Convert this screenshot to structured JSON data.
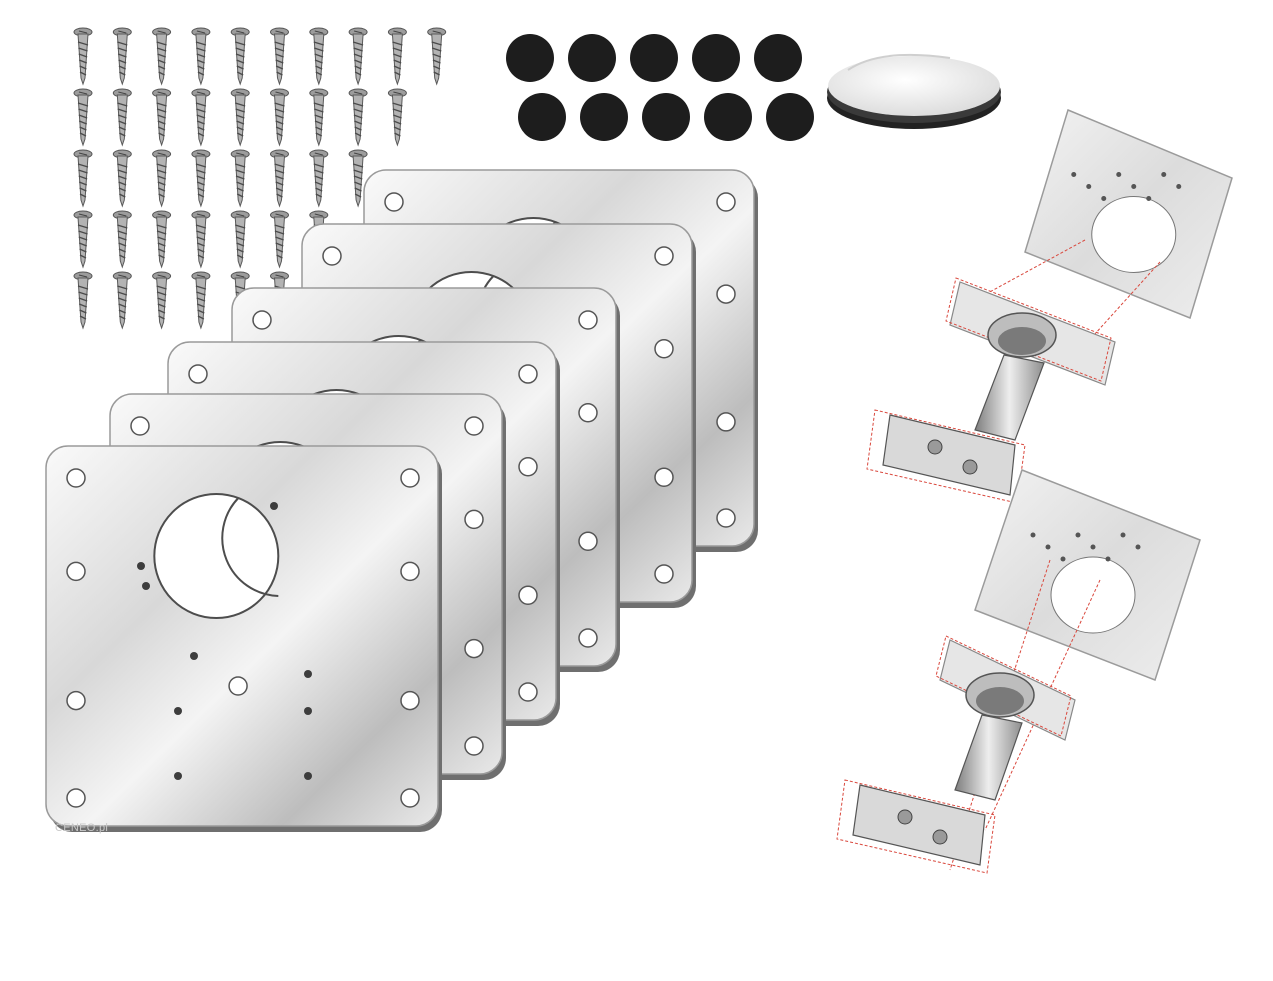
{
  "watermark": {
    "text": "CENEO.pl"
  },
  "counts": {
    "screws": 40,
    "felt_pads": 10,
    "plates": 6,
    "hinge_diagrams": 2
  },
  "colors": {
    "background": "#ffffff",
    "steel_light": "#f2f2f2",
    "steel_mid": "#c4c4c4",
    "steel_dark": "#8a8a8a",
    "felt": "#1d1d1d",
    "guide_line": "#d9473c"
  },
  "icons": {
    "screw": "screw-icon",
    "felt_pad": "felt-pad-icon",
    "adhesive_pad": "adhesive-pad-icon",
    "plate": "repair-plate-icon",
    "hinge": "cabinet-hinge-icon"
  }
}
